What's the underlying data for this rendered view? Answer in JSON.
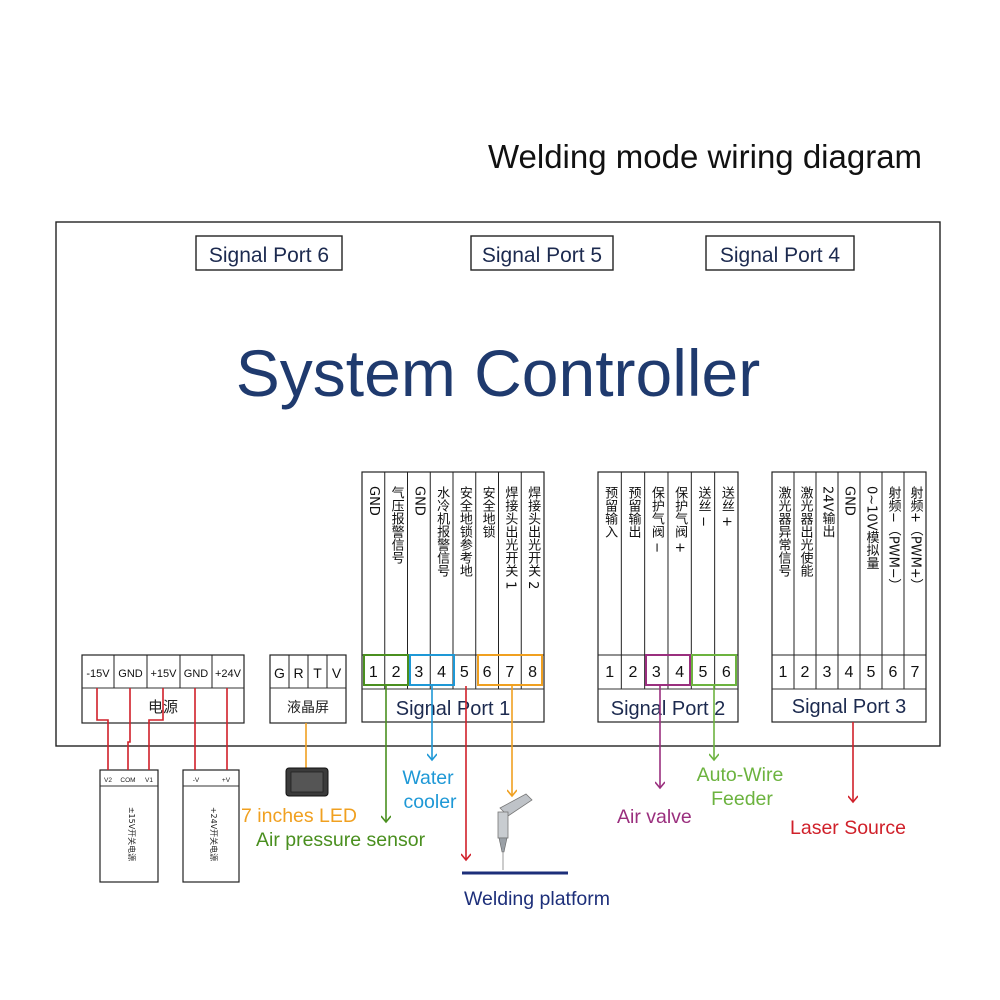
{
  "title": "Welding mode wiring diagram",
  "controller": {
    "label": "System Controller",
    "top_ports": [
      "Signal Port 6",
      "Signal Port 5",
      "Signal Port 4"
    ]
  },
  "port1": {
    "label": "Signal Port 1",
    "pins": [
      "1",
      "2",
      "3",
      "4",
      "5",
      "6",
      "7",
      "8"
    ],
    "signals": [
      "GND",
      "气压报警信号",
      "GND",
      "水冷机报警信号",
      "安全地锁参考地",
      "安全地锁",
      "焊接头出光开关 1",
      "焊接头出光开关 2"
    ]
  },
  "port2": {
    "label": "Signal Port 2",
    "pins": [
      "1",
      "2",
      "3",
      "4",
      "5",
      "6"
    ],
    "signals": [
      "预留输入",
      "预留输出",
      "保护气阀 −",
      "保护气阀 +",
      "送丝 −",
      "送丝 +"
    ]
  },
  "port3": {
    "label": "Signal Port 3",
    "pins": [
      "1",
      "2",
      "3",
      "4",
      "5",
      "6",
      "7"
    ],
    "signals": [
      "激光器异常信号",
      "激光器出光使能",
      "24V输出",
      "GND",
      "0~10V模拟量",
      "射频−（PWM−）",
      "射频+（PWM+）"
    ]
  },
  "power": {
    "label": "电源",
    "pins": [
      "-15V",
      "GND",
      "+15V",
      "GND",
      "+24V"
    ]
  },
  "lcd": {
    "label": "液晶屏",
    "pins": [
      "G",
      "R",
      "T",
      "V"
    ]
  },
  "psu1": {
    "terminals": [
      "V2",
      "COM",
      "V1"
    ],
    "label": "±15V开关电源"
  },
  "psu2": {
    "terminals": [
      "-V",
      "+V"
    ],
    "label": "+24V开关电源"
  },
  "devices": {
    "led": "7 inches LED",
    "air_pressure": "Air pressure sensor",
    "water_cooler_1": "Water",
    "water_cooler_2": "cooler",
    "welding_platform": "Welding platform",
    "air_valve": "Air valve",
    "wire_feeder_1": "Auto-Wire",
    "wire_feeder_2": "Feeder",
    "laser_source": "Laser Source"
  },
  "colors": {
    "title_blue": "#1f3a6e",
    "orange": "#f0a020",
    "green": "#4a8f1f",
    "blue": "#1e98d6",
    "red": "#d0202a",
    "purple": "#9a2f7e",
    "light_green": "#6cb33f",
    "navy": "#1d2f7a"
  }
}
